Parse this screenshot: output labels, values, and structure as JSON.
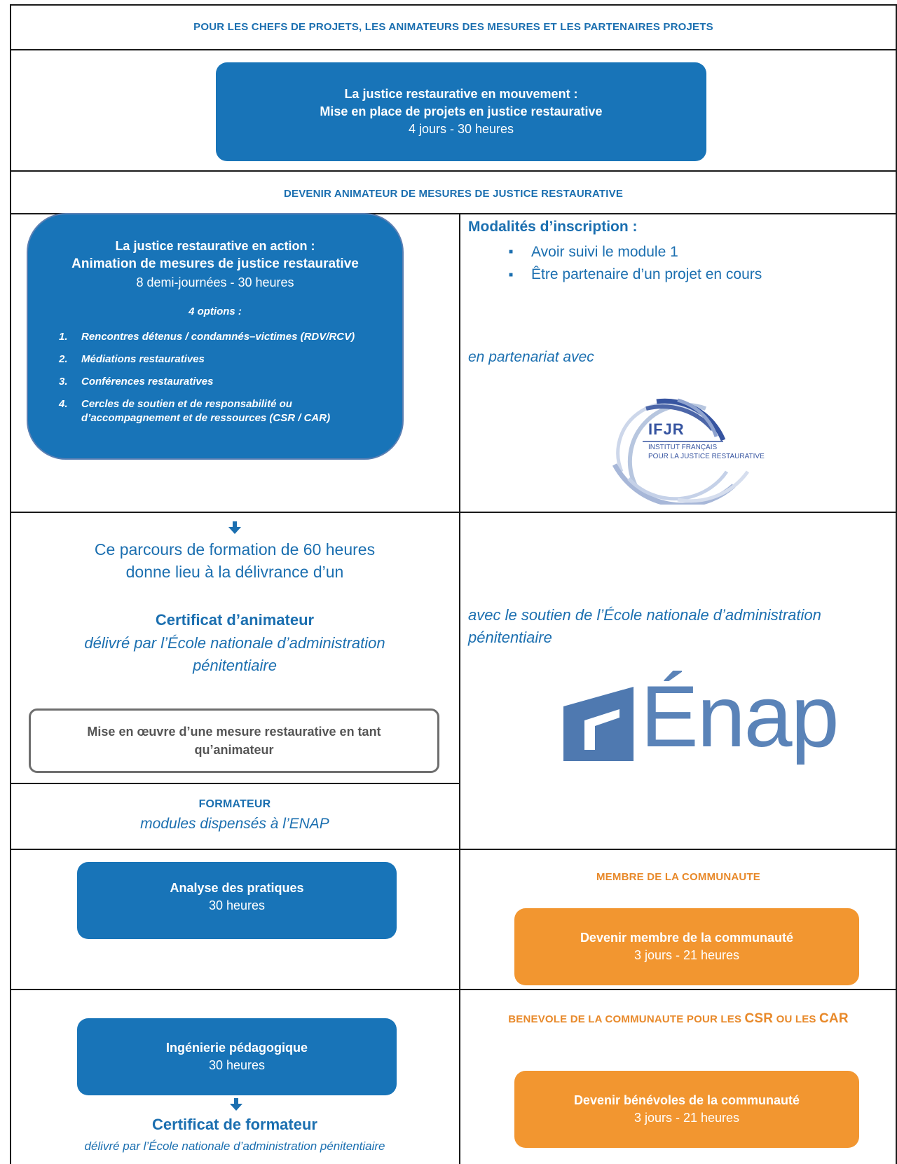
{
  "sections": {
    "top_header": "Pour les chefs de projets, les animateurs des mesures et les partenaires projets",
    "animateur_header": "Devenir animateur de mesures de justice restaurative"
  },
  "module1": {
    "title1": "La justice restaurative en mouvement :",
    "title2": "Mise en place de projets en justice restaurative",
    "duration": "4 jours - 30 heures"
  },
  "module2": {
    "title1": "La justice restaurative en action :",
    "title2": "Animation de mesures de justice restaurative",
    "duration": "8 demi-journées - 30 heures",
    "options_label": "4 options :",
    "options": [
      {
        "num": "1.",
        "text": "Rencontres détenus / condamnés–victimes (RDV/RCV)"
      },
      {
        "num": "2.",
        "text": "Médiations restauratives"
      },
      {
        "num": "3.",
        "text": "Conférences restauratives"
      },
      {
        "num": "4.",
        "text": "Cercles de soutien et de responsabilité ou d’accompagnement et de ressources (CSR / CAR)"
      }
    ]
  },
  "inscription": {
    "title": "Modalités d’inscription :",
    "items": [
      "Avoir suivi le module 1",
      "Être partenaire d’un projet en cours"
    ],
    "partner_label": "en partenariat avec"
  },
  "ifjr_logo": {
    "abbr": "IFJR",
    "line1": "INSTITUT FRANÇAIS",
    "line2": "POUR LA JUSTICE RESTAURATIVE"
  },
  "certificat": {
    "line1": "Ce parcours de formation de 60 heures",
    "line2": "donne lieu à la délivrance d’un",
    "title": "Certificat d’animateur",
    "sub1": "délivré par l’École nationale d’administration",
    "sub2": "pénitentiaire",
    "mise_en_oeuvre": "Mise en œuvre d’une mesure restaurative en tant qu’animateur"
  },
  "soutien": {
    "text": "avec le soutien de l’École nationale d’administration pénitentiaire",
    "logo_text": "Énap"
  },
  "formateur": {
    "title": "Formateur",
    "sub": "modules dispensés à l’ENAP"
  },
  "analyse": {
    "title": "Analyse des pratiques",
    "duration": "30 heures"
  },
  "membre": {
    "header": "Membre de la communaute",
    "title": "Devenir membre de la communauté",
    "duration": "3 jours - 21 heures"
  },
  "ingenierie": {
    "title": "Ingénierie pédagogique",
    "duration": "30 heures"
  },
  "benevole": {
    "header_part1": "Benevole de la communaute pour les ",
    "header_csr": "CSR",
    "header_part2": " ou les ",
    "header_car": "CAR",
    "title": "Devenir bénévoles de la communauté",
    "duration": "3 jours - 21 heures"
  },
  "certif_formateur": {
    "title": "Certificat de formateur",
    "sub": "délivré par l’École nationale d’administration pénitentiaire"
  },
  "colors": {
    "blue": "#1874b8",
    "orange": "#f29630",
    "text_blue": "#1b6fb0",
    "text_orange": "#e8892a"
  }
}
